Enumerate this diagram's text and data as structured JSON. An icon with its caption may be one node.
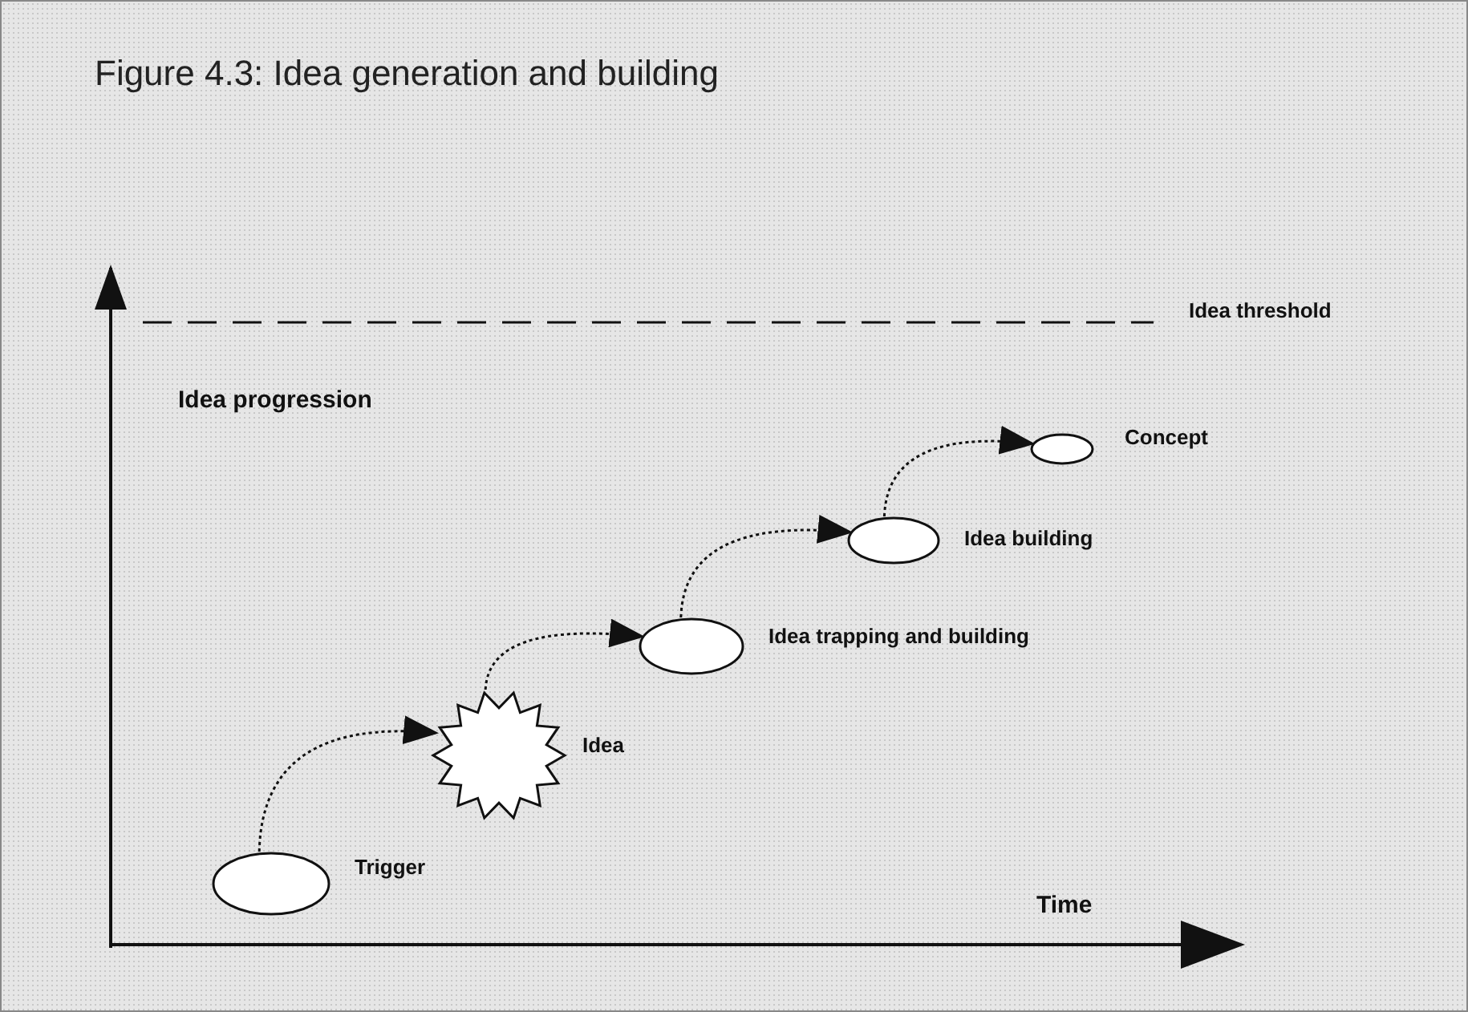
{
  "diagram": {
    "title": "Figure 4.3: Idea generation and building",
    "nodes": [
      {
        "text": [],
        "shape": "ellipse",
        "beside": [
          "Trigger"
        ]
      },
      {
        "text": [],
        "shape": "star",
        "beside": [
          "Idea"
        ]
      },
      {
        "text": [],
        "shape": "ellipse",
        "beside": [
          "Idea trapping and building"
        ]
      },
      {
        "text": [],
        "shape": "ellipse",
        "beside": [
          "Idea building"
        ]
      },
      {
        "text": [],
        "shape": "ellipse",
        "beside": [
          "Concept"
        ]
      }
    ],
    "edges": [
      {
        "from": 0,
        "to": 1,
        "arrow": "to"
      },
      {
        "from": 1,
        "to": 2,
        "arrow": "to"
      },
      {
        "from": 2,
        "to": 3,
        "arrow": "to"
      },
      {
        "from": 3,
        "to": 4,
        "arrow": "to"
      }
    ],
    "labels": [
      "Idea threshold",
      "Idea progression",
      "Time"
    ]
  }
}
